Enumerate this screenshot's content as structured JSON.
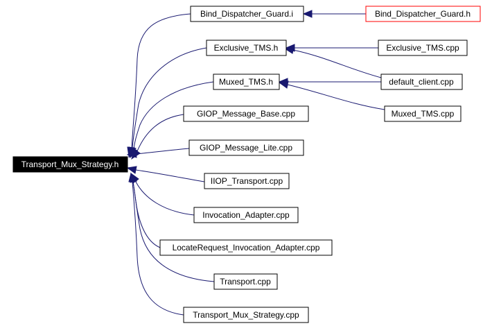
{
  "colors": {
    "edge": "#191970",
    "root_fill": "#000000",
    "root_text": "#ffffff",
    "node_border": "#000000",
    "highlight_border": "#ff0000"
  },
  "nodes": {
    "root": "Transport_Mux_Strategy.h",
    "bind_dispatcher_guard_i": "Bind_Dispatcher_Guard.i",
    "bind_dispatcher_guard_h": "Bind_Dispatcher_Guard.h",
    "exclusive_tms_h": "Exclusive_TMS.h",
    "exclusive_tms_cpp": "Exclusive_TMS.cpp",
    "muxed_tms_h": "Muxed_TMS.h",
    "default_client_cpp": "default_client.cpp",
    "muxed_tms_cpp": "Muxed_TMS.cpp",
    "giop_message_base_cpp": "GIOP_Message_Base.cpp",
    "giop_message_lite_cpp": "GIOP_Message_Lite.cpp",
    "iiop_transport_cpp": "IIOP_Transport.cpp",
    "invocation_adapter_cpp": "Invocation_Adapter.cpp",
    "locaterequest_invocation_adapter_cpp": "LocateRequest_Invocation_Adapter.cpp",
    "transport_cpp": "Transport.cpp",
    "transport_mux_strategy_cpp": "Transport_Mux_Strategy.cpp"
  }
}
